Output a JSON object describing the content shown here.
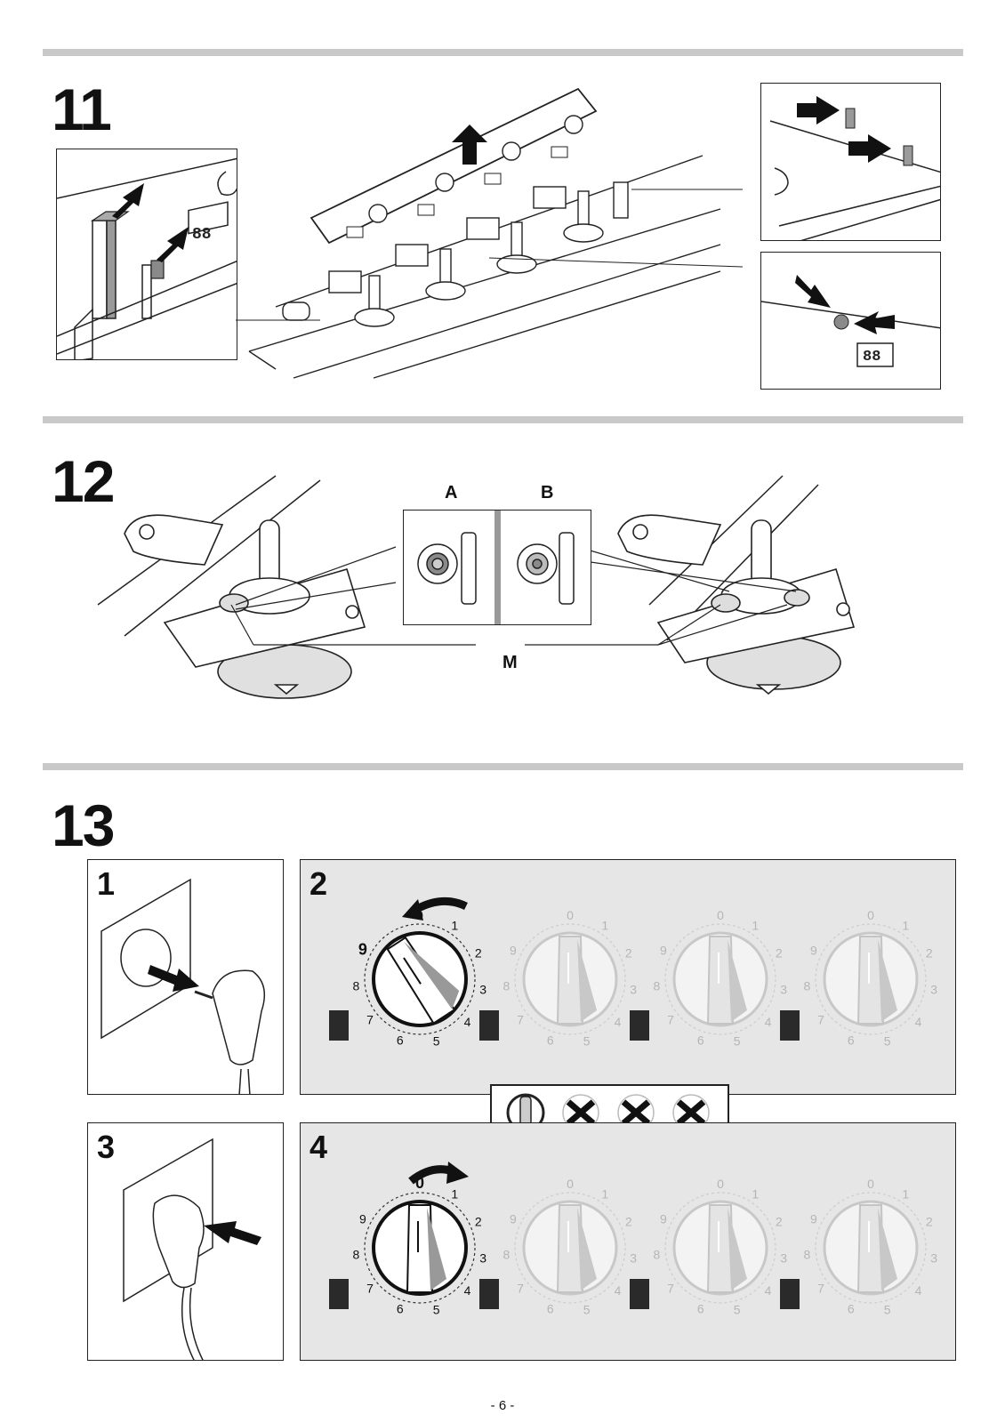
{
  "steps": {
    "s11": "11",
    "s12": "12",
    "s13": "13"
  },
  "step12_labels": {
    "a": "A",
    "b": "B",
    "m": "M"
  },
  "step13_panels": {
    "p1": "1",
    "p2": "2",
    "p3": "3",
    "p4": "4"
  },
  "dial_scale": [
    "0",
    "1",
    "2",
    "3",
    "4",
    "5",
    "6",
    "7",
    "8",
    "9"
  ],
  "panel2_active_setting": "9",
  "panel4_active_setting": "0",
  "footer": {
    "page": "- 6 -"
  },
  "icons": [
    "arrow-icon",
    "plug-icon",
    "socket-icon",
    "knob-icon",
    "cross-icon"
  ]
}
